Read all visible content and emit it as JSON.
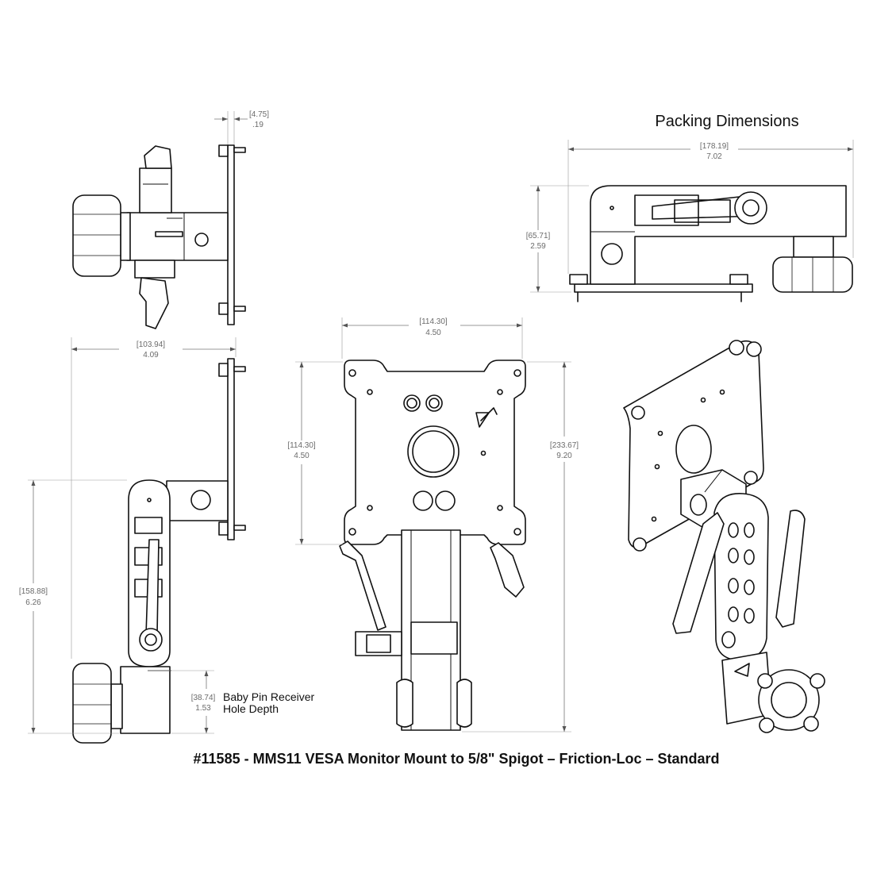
{
  "packing_title": "Packing Dimensions",
  "caption": "#11585 - MMS11 VESA Monitor Mount to 5/8\" Spigot – Friction-Loc – Standard",
  "dims": {
    "plate_thickness": {
      "mm": "[4.75]",
      "in": ".19"
    },
    "side_depth": {
      "mm": "[103.94]",
      "in": "4.09"
    },
    "side_height": {
      "mm": "[158.88]",
      "in": "6.26"
    },
    "pin_depth": {
      "mm": "[38.74]",
      "in": "1.53"
    },
    "pin_label_1": "Baby Pin Receiver",
    "pin_label_2": "Hole Depth",
    "front_width": {
      "mm": "[114.30]",
      "in": "4.50"
    },
    "front_vesa": {
      "mm": "[114.30]",
      "in": "4.50"
    },
    "front_height": {
      "mm": "[233.67]",
      "in": "9.20"
    },
    "pack_length": {
      "mm": "[178.19]",
      "in": "7.02"
    },
    "pack_height": {
      "mm": "[65.71]",
      "in": "2.59"
    }
  },
  "icons": [
    "mount-logo-icon",
    "knob-icon"
  ]
}
